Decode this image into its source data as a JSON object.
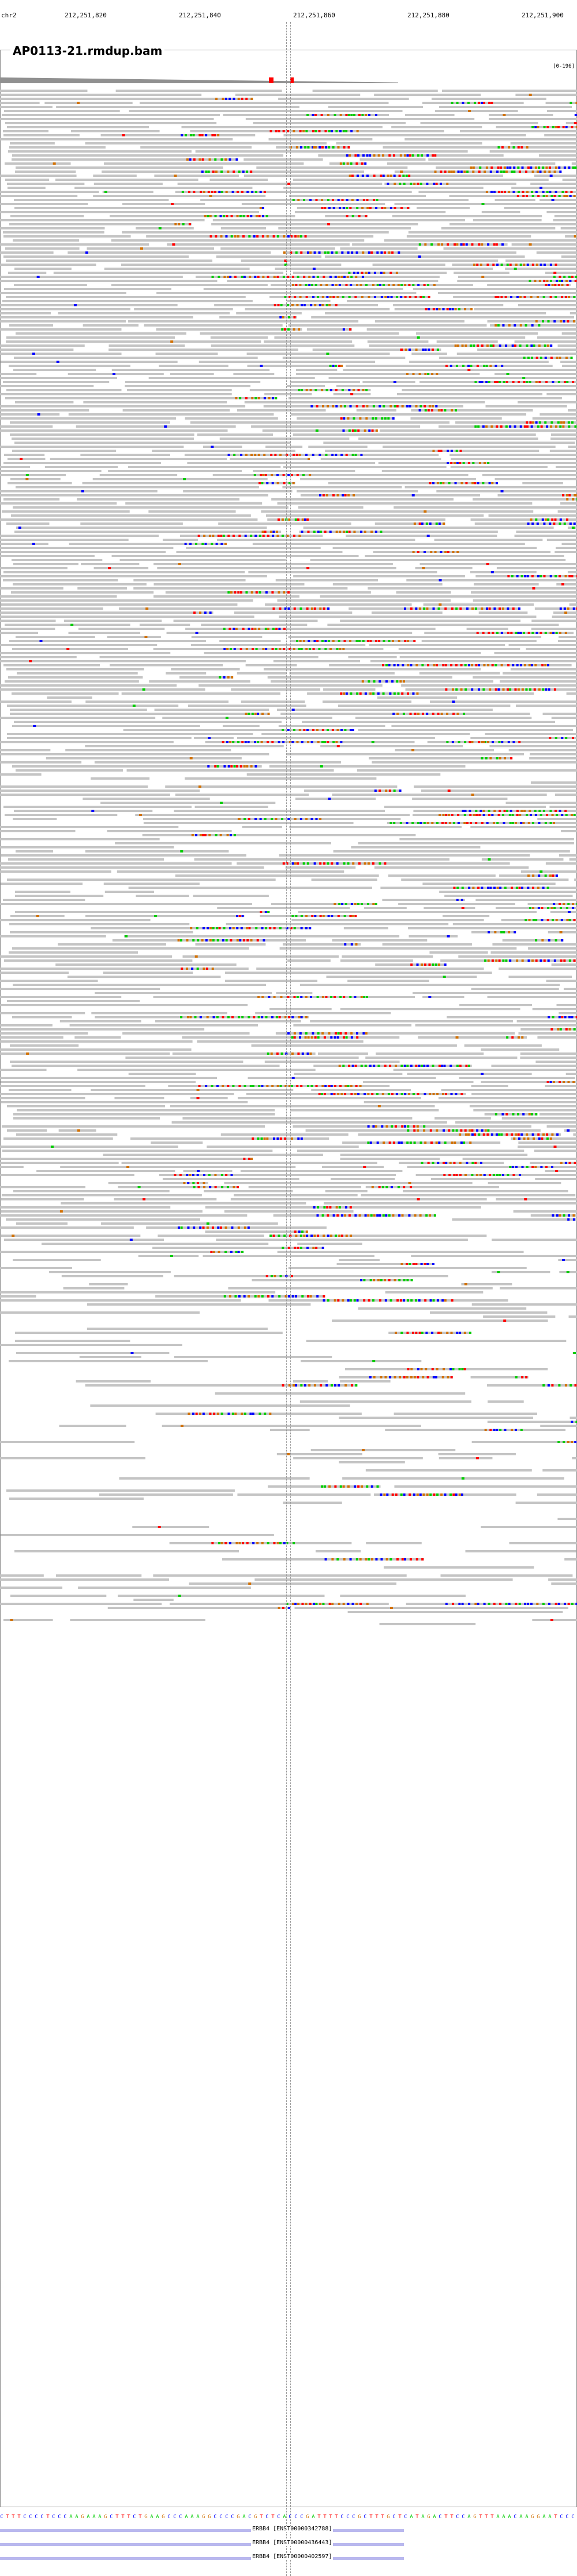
{
  "ruler": {
    "chrom": "chr2",
    "ticks": [
      "212,251,820",
      "212,251,840",
      "212,251,860",
      "212,251,880",
      "212,251,900"
    ]
  },
  "track": {
    "title": "AP0113-21.rmdup.bam",
    "range": "[0-196]"
  },
  "sequence": "CTTTCCCCTCCCAAGAAAGCTTTCTGAAGCCCAAAGGCCCCGACGTCTCACCCGATTTTCCCGCTTTGCTCATAGACTTCCAGTTTAAACAAGGAATCCC",
  "genes": [
    {
      "label": "ERBB4 [ENST00000342788]"
    },
    {
      "label": "ERBB4 [ENST00000436443]"
    },
    {
      "label": "ERBB4 [ENST00000402597]"
    }
  ],
  "colors": {
    "read": "#c4c4c4",
    "A": "#00cc00",
    "C": "#0000ff",
    "G": "#d17105",
    "T": "#ff0000",
    "gene": "#b9b8ee"
  }
}
